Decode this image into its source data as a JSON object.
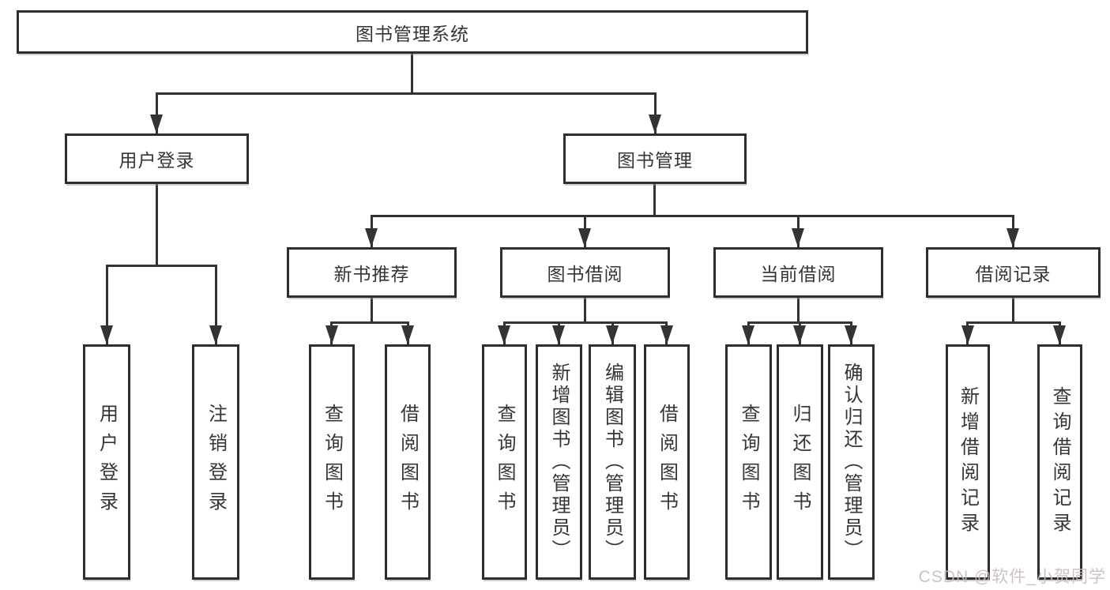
{
  "diagram": {
    "watermark": "CSDN @软件_小贺同学",
    "colors": {
      "line": "#333333",
      "border": "#2e2e2e",
      "text": "#333639",
      "watermark": "#c7bcbc",
      "background": "#ffffff"
    },
    "nodes": {
      "root": {
        "label": "图书管理系统"
      },
      "level2": [
        {
          "id": "user-login",
          "label": "用户登录"
        },
        {
          "id": "book-management",
          "label": "图书管理"
        }
      ],
      "level3": [
        {
          "id": "new-book-recommendation",
          "label": "新书推荐"
        },
        {
          "id": "book-borrowing",
          "label": "图书借阅"
        },
        {
          "id": "current-borrowing",
          "label": "当前借阅"
        },
        {
          "id": "borrowing-records",
          "label": "借阅记录"
        }
      ],
      "leaves": [
        {
          "id": "user-login",
          "label": "用户登录",
          "parent": "user-login"
        },
        {
          "id": "logout",
          "label": "注销登录",
          "parent": "user-login"
        },
        {
          "id": "query-books-a",
          "label": "查询图书",
          "parent": "new-book-recommendation"
        },
        {
          "id": "borrow-books-a",
          "label": "借阅图书",
          "parent": "new-book-recommendation"
        },
        {
          "id": "query-books-b",
          "label": "查询图书",
          "parent": "book-borrowing"
        },
        {
          "id": "add-book-admin",
          "label": "新增图书（管理员）",
          "parent": "book-borrowing"
        },
        {
          "id": "edit-book-admin",
          "label": "编辑图书（管理员）",
          "parent": "book-borrowing"
        },
        {
          "id": "borrow-books-b",
          "label": "借阅图书",
          "parent": "book-borrowing"
        },
        {
          "id": "query-books-c",
          "label": "查询图书",
          "parent": "current-borrowing"
        },
        {
          "id": "return-books",
          "label": "归还图书",
          "parent": "current-borrowing"
        },
        {
          "id": "confirm-return-admin",
          "label": "确认归还（管理员）",
          "parent": "current-borrowing"
        },
        {
          "id": "add-borrow-record",
          "label": "新增借阅记录",
          "parent": "borrowing-records"
        },
        {
          "id": "query-borrow-record",
          "label": "查询借阅记录",
          "parent": "borrowing-records"
        }
      ]
    }
  }
}
